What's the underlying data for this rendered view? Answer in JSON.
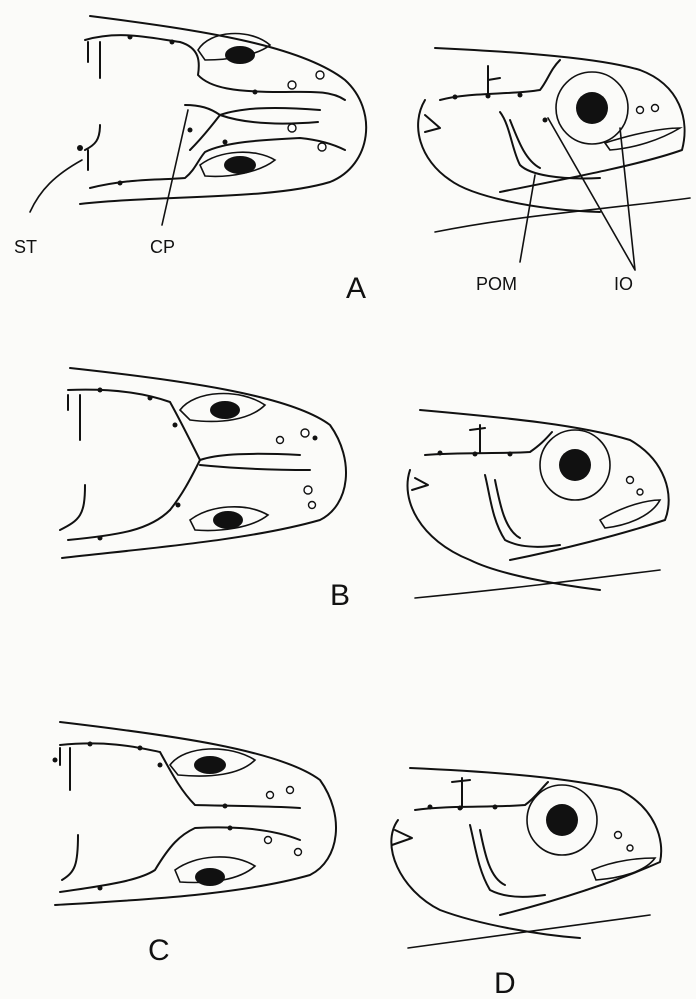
{
  "labels": {
    "st": "ST",
    "cp": "CP",
    "pom": "POM",
    "io": "IO"
  },
  "panels": [
    {
      "letter": "A"
    },
    {
      "letter": "B"
    },
    {
      "letter": "C"
    },
    {
      "letter": "D"
    }
  ]
}
